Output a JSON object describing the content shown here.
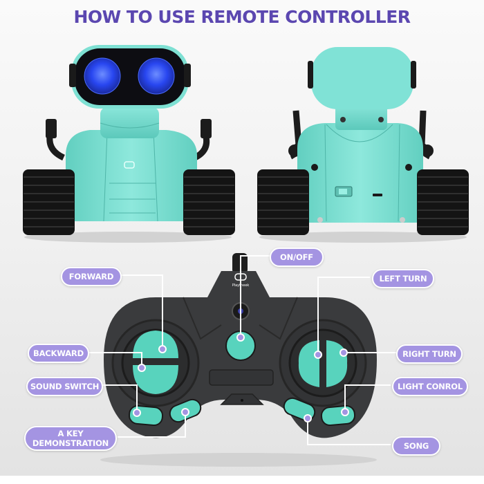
{
  "title": "HOW TO USE REMOTE CONTROLLER",
  "robot_front": {
    "description": "robot front view with blue eyes",
    "eye_color": "#2a4dff",
    "body_color": "#6fd9cc"
  },
  "robot_back": {
    "description": "robot back view with switch and USB port",
    "body_color": "#7fe0d3"
  },
  "controller": {
    "brand": "Playtheek",
    "body_color": "#3a3b3d",
    "button_color": "#58d3bd",
    "labels": {
      "on_off": "ON/OFF",
      "forward": "FORWARD",
      "backward": "BACKWARD",
      "sound_switch": "SOUND SWITCH",
      "a_key_demo": "A KEY DEMONSTRATION",
      "left_turn": "LEFT TURN",
      "right_turn": "RIGHT TURN",
      "light_control": "LIGHT CONROL",
      "song": "SONG"
    }
  },
  "colors": {
    "title": "#5b47b0",
    "label_bg": "#a494e2",
    "dot": "#a494e2",
    "teal": "#58d3bd"
  }
}
